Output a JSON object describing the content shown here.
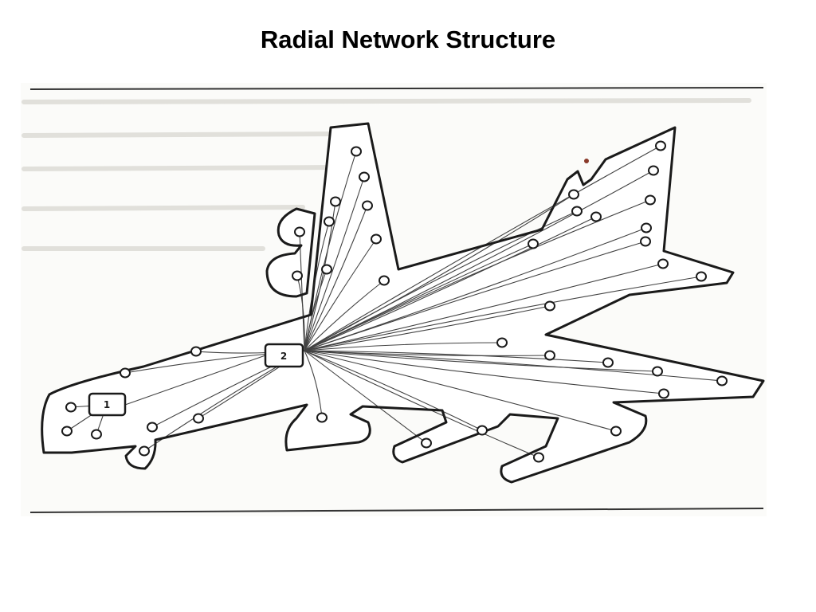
{
  "slide": {
    "title": "Radial Network Structure"
  },
  "diagram": {
    "hub_nodes": [
      {
        "id": "hub-1",
        "label": "1"
      },
      {
        "id": "hub-2",
        "label": "2"
      }
    ],
    "colors": {
      "ink": "#1a1a1a",
      "scan_background": "#fbfbf9",
      "fill": "#ffffff"
    }
  }
}
